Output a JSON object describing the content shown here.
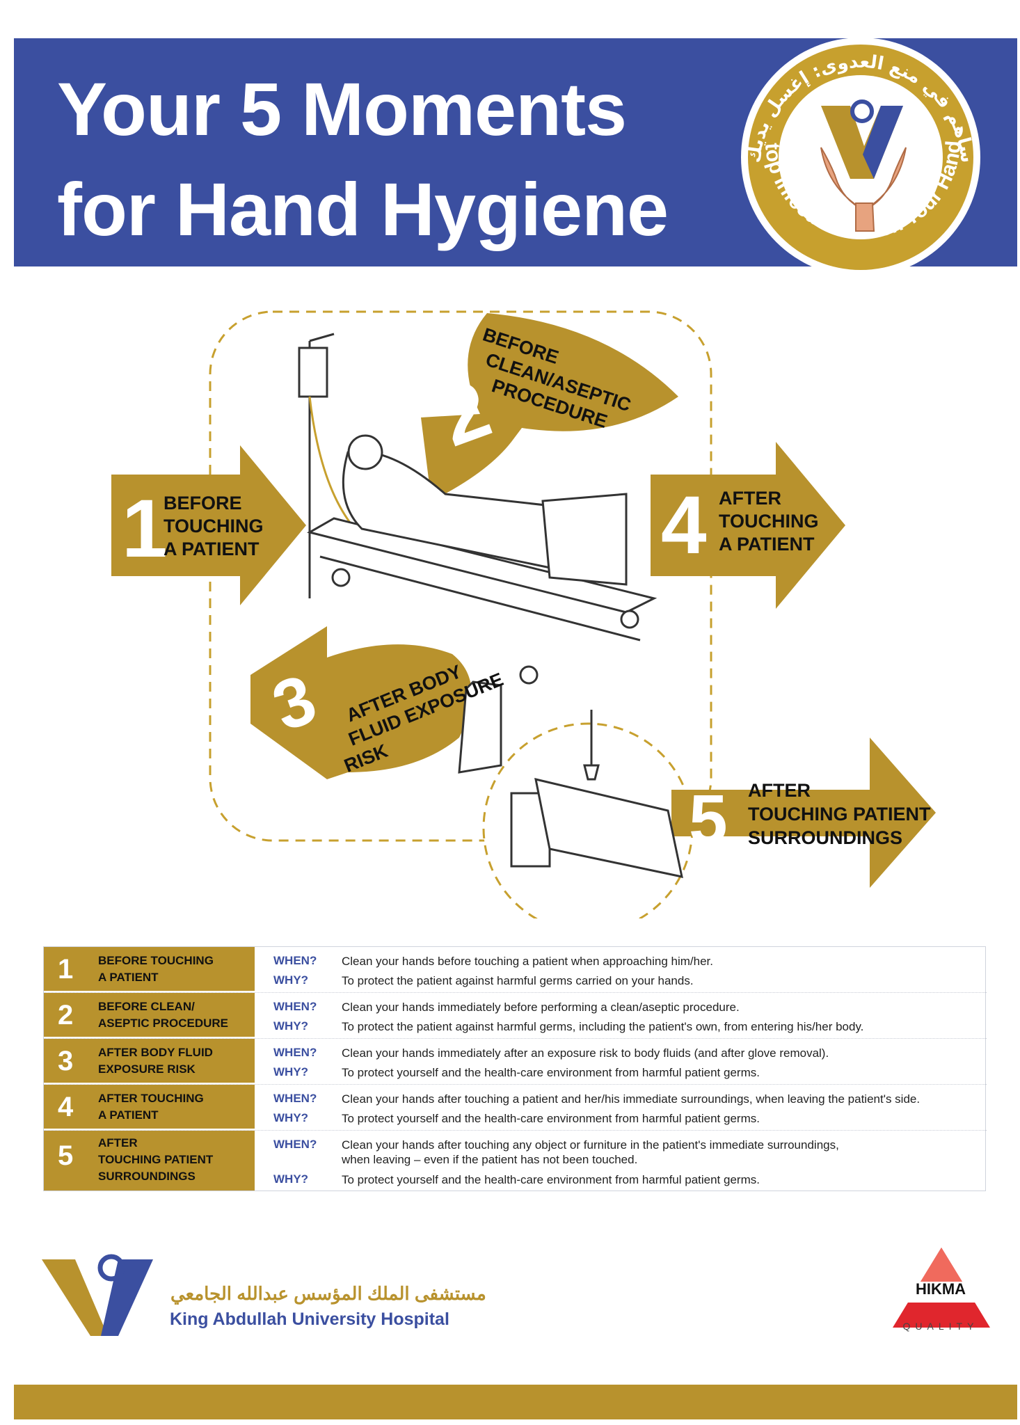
{
  "header": {
    "title_line1": "Your 5 Moments",
    "title_line2": "for Hand Hygiene"
  },
  "badge": {
    "arabic_text": "ساهم في منع العدوى: إغسل يديك",
    "english_text": "Stop Infection: Wash Your Hands"
  },
  "moments_diagram": [
    {
      "number": "1",
      "label_lines": [
        "BEFORE",
        "TOUCHING",
        "A PATIENT"
      ]
    },
    {
      "number": "2",
      "label_lines": [
        "BEFORE",
        "CLEAN/ASEPTIC",
        "PROCEDURE"
      ]
    },
    {
      "number": "3",
      "label_lines": [
        "AFTER BODY",
        "FLUID EXPOSURE",
        "RISK"
      ]
    },
    {
      "number": "4",
      "label_lines": [
        "AFTER",
        "TOUCHING",
        "A PATIENT"
      ]
    },
    {
      "number": "5",
      "label_lines": [
        "AFTER",
        "TOUCHING PATIENT",
        "SURROUNDINGS"
      ]
    }
  ],
  "table": {
    "when_label": "WHEN?",
    "why_label": "WHY?",
    "rows": [
      {
        "number": "1",
        "label_lines": [
          "BEFORE TOUCHING",
          "A PATIENT"
        ],
        "when": "Clean your hands before touching a patient when approaching him/her.",
        "why": "To protect the patient against harmful germs carried on your hands."
      },
      {
        "number": "2",
        "label_lines": [
          "BEFORE CLEAN/",
          "ASEPTIC PROCEDURE"
        ],
        "when": "Clean your hands immediately before performing a clean/aseptic procedure.",
        "why": "To protect the patient against harmful germs, including the patient's own, from entering his/her body."
      },
      {
        "number": "3",
        "label_lines": [
          "AFTER BODY FLUID",
          "EXPOSURE RISK"
        ],
        "when": "Clean your hands immediately after an exposure risk to body fluids (and after glove removal).",
        "why": "To protect yourself and the health-care environment from harmful patient germs."
      },
      {
        "number": "4",
        "label_lines": [
          "AFTER TOUCHING",
          "A PATIENT"
        ],
        "when": "Clean your hands after touching a patient and her/his immediate surroundings, when leaving the patient's side.",
        "why": "To protect yourself and the health-care environment from harmful patient germs."
      },
      {
        "number": "5",
        "label_lines": [
          "AFTER",
          "TOUCHING PATIENT",
          "SURROUNDINGS"
        ],
        "when_lines": [
          "Clean your hands after touching any object or furniture in the patient's immediate surroundings,",
          "when leaving – even if the patient has not been touched."
        ],
        "why": "To protect yourself and the health-care environment from harmful patient germs."
      }
    ]
  },
  "footer": {
    "hospital_arabic": "مستشفى الملك المؤسس عبدالله الجامعي",
    "hospital_english": "King Abdullah University Hospital",
    "sponsor_name": "HIKMA",
    "sponsor_tagline": "QUALITY"
  },
  "colors": {
    "header_blue": "#3b4fa0",
    "gold": "#b8922d",
    "hikma_red": "#e0262d"
  }
}
